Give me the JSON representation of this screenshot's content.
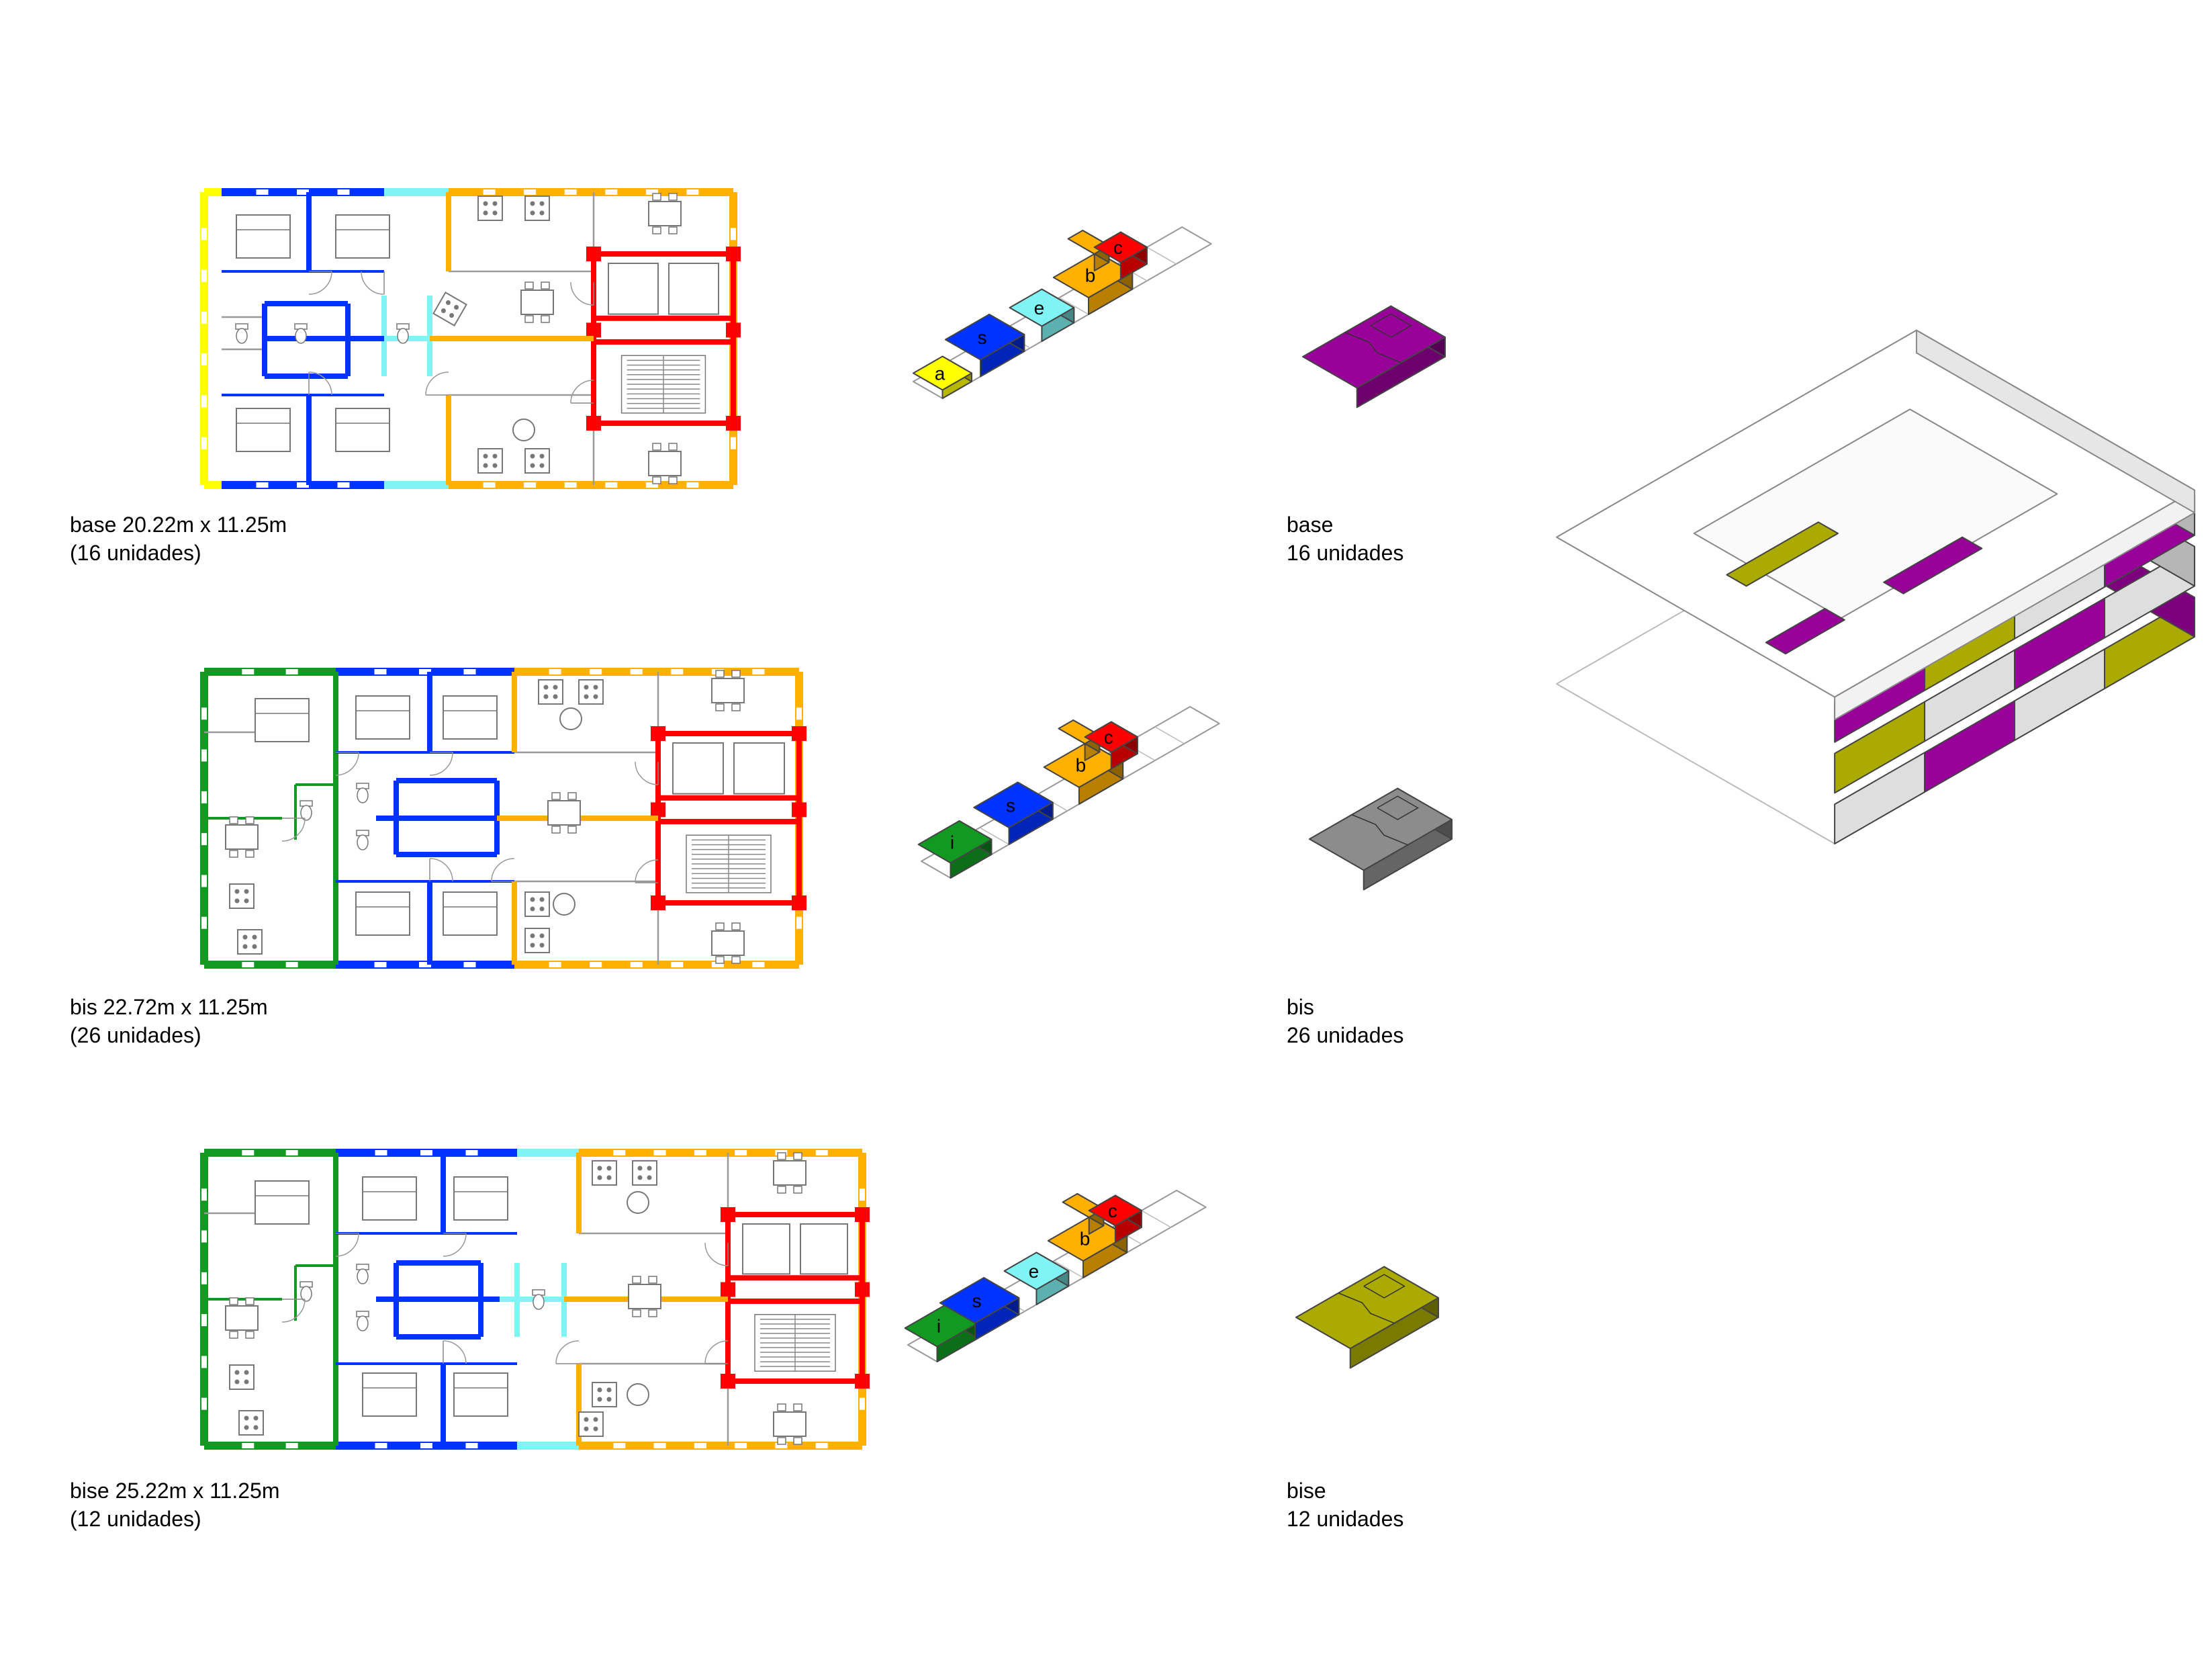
{
  "colors": {
    "unit_a": "#ffff00",
    "unit_s": "#0033ff",
    "unit_e": "#80f4f4",
    "unit_b": "#ffb000",
    "unit_c": "#ff0000",
    "unit_i": "#119922",
    "block_base": "#990099",
    "block_bis": "#8c8c8c",
    "block_bise": "#aaaa00",
    "massing_white": "#ffffff",
    "massing_grey": "#dedede",
    "line": "#8a8a8a"
  },
  "rows": [
    {
      "id": "base",
      "plan_caption": "base 20.22m x 11.25m",
      "plan_units": "(16 unidades)",
      "module_labels": [
        "a",
        "s",
        "e",
        "b",
        "c"
      ],
      "block_caption": "base",
      "block_units": "16 unidades"
    },
    {
      "id": "bis",
      "plan_caption": "bis 22.72m x 11.25m",
      "plan_units": "(26 unidades)",
      "module_labels": [
        "i",
        "s",
        "b",
        "c"
      ],
      "block_caption": "bis",
      "block_units": "26 unidades"
    },
    {
      "id": "bise",
      "plan_caption": "bise 25.22m x 11.25m",
      "plan_units": "(12 unidades)",
      "module_labels": [
        "i",
        "s",
        "e",
        "b",
        "c"
      ],
      "block_caption": "bise",
      "block_units": "12 unidades"
    }
  ]
}
